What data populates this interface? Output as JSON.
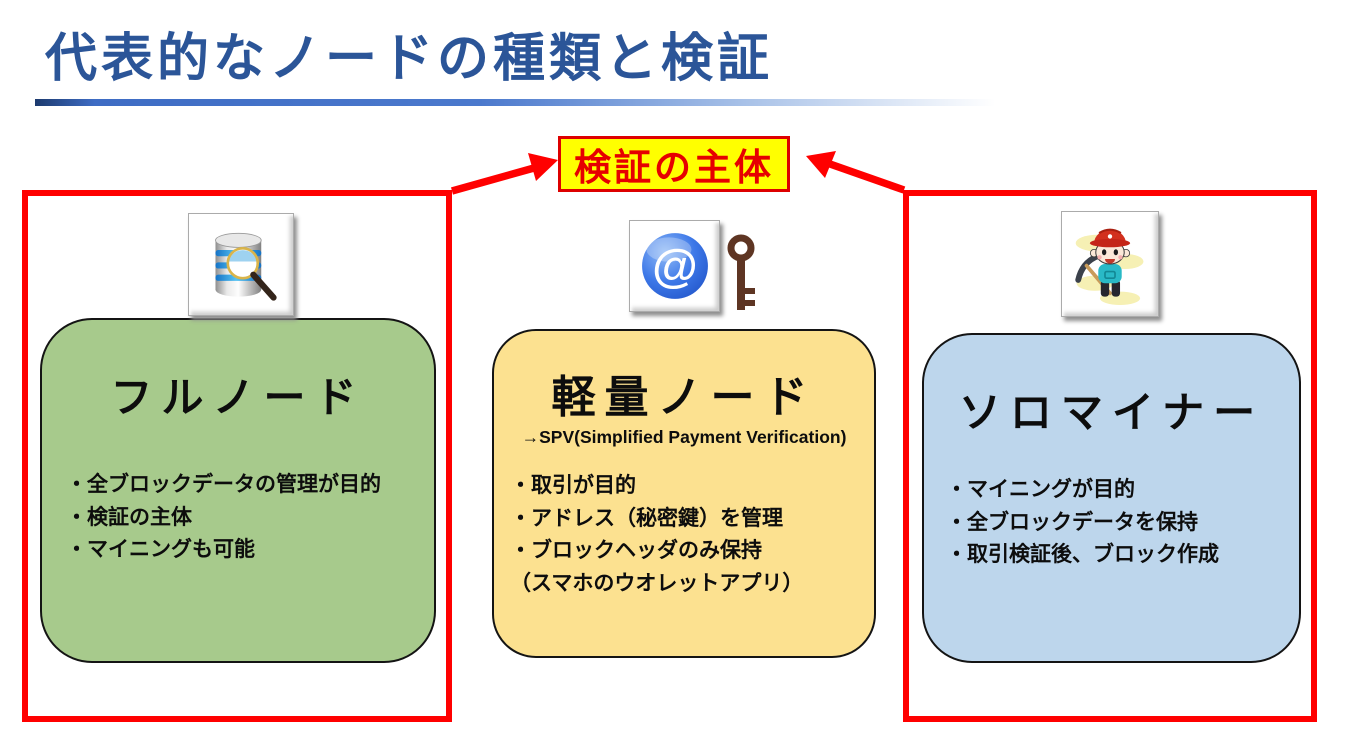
{
  "slide": {
    "title": "代表的なノードの種類と検証",
    "verification_badge": "検証の主体"
  },
  "nodes": [
    {
      "id": "full-node",
      "icon": "database-search-icon",
      "title": "フルノード",
      "bullets": [
        "・全ブロックデータの管理が目的",
        "・検証の主体",
        "・マイニングも可能"
      ],
      "fill": "#A7CA8C",
      "highlighted_as_verifier": true
    },
    {
      "id": "light-node",
      "icon": "at-mark-icon, key-icon",
      "title": "軽量ノード",
      "subtitle": "→SPV(Simplified Payment Verification)",
      "bullets": [
        "・取引が目的",
        "・アドレス（秘密鍵）を管理",
        "・ブロックヘッダのみ保持",
        "（スマホのウオレットアプリ）"
      ],
      "fill": "#FCE190",
      "highlighted_as_verifier": false
    },
    {
      "id": "solo-miner",
      "icon": "miner-icon",
      "title": "ソロマイナー",
      "bullets": [
        "・マイニングが目的",
        "・全ブロックデータを保持",
        "・取引検証後、ブロック作成"
      ],
      "fill": "#BDD6EC",
      "highlighted_as_verifier": true
    }
  ],
  "colors": {
    "title_blue": "#2B5598",
    "emphasis_red": "#FF0000",
    "badge_background": "#FFFF00",
    "badge_text": "#E60000",
    "full_node_fill": "#A7CA8C",
    "light_node_fill": "#FCE190",
    "solo_miner_fill": "#BDD6EC"
  }
}
